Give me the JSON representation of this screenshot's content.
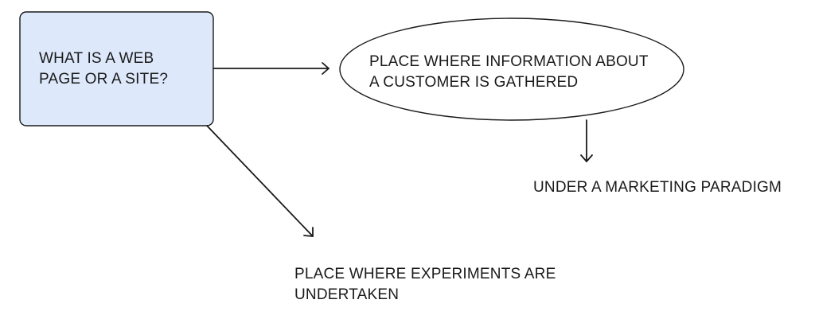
{
  "diagram": {
    "question_node": {
      "lines": [
        "WHAT IS A WEB",
        "PAGE OR A SITE?"
      ],
      "fill": "#dde9fb",
      "stroke": "#1a1a1a"
    },
    "customer_node": {
      "lines": [
        "PLACE WHERE INFORMATION ABOUT",
        "A CUSTOMER IS GATHERED"
      ],
      "fill": "#ffffff",
      "stroke": "#1a1a1a"
    },
    "marketing_node": {
      "lines": [
        "UNDER A MARKETING PARADIGM"
      ]
    },
    "experiments_node": {
      "lines": [
        "PLACE WHERE EXPERIMENTS ARE",
        "UNDERTAKEN"
      ]
    },
    "edges": [
      {
        "from": "question_node",
        "to": "customer_node"
      },
      {
        "from": "customer_node",
        "to": "marketing_node"
      },
      {
        "from": "question_node",
        "to": "experiments_node"
      }
    ]
  }
}
